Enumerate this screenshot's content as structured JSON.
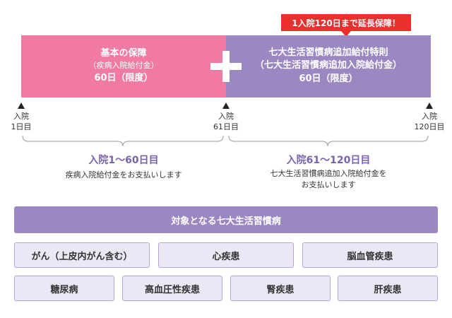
{
  "callout": "1入院120日まで延長保障！",
  "basic": {
    "title": "基本の保障",
    "subtitle": "（疾病入院給付金）",
    "limit": "60日（限度）"
  },
  "special": {
    "title": "七大生活習慣病追加給付特則",
    "subtitle": "（七大生活習慣病追加入院給付金）",
    "limit": "60日（限度）"
  },
  "markers": [
    {
      "line1": "入院",
      "line2": "1日目"
    },
    {
      "line1": "入院",
      "line2": "61日目"
    },
    {
      "line1": "入院",
      "line2": "120日目"
    }
  ],
  "period1": {
    "title": "入院1～60日目",
    "desc": "疾病入院給付金をお支払いします"
  },
  "period2": {
    "title": "入院61～120日目",
    "desc_line1": "七大生活習慣病追加入院給付金を",
    "desc_line2": "お支払いします"
  },
  "diseases_header": "対象となる七大生活習慣病",
  "diseases_row1": [
    "がん（上皮内がん含む）",
    "心疾患",
    "脳血管疾患"
  ],
  "diseases_row2": [
    "糖尿病",
    "高血圧性疾患",
    "腎疾患",
    "肝疾患"
  ],
  "colors": {
    "pink": "#f07aa4",
    "purple": "#9b87c2",
    "callout_red": "#e8312f",
    "section_text": "#7a62ad"
  }
}
